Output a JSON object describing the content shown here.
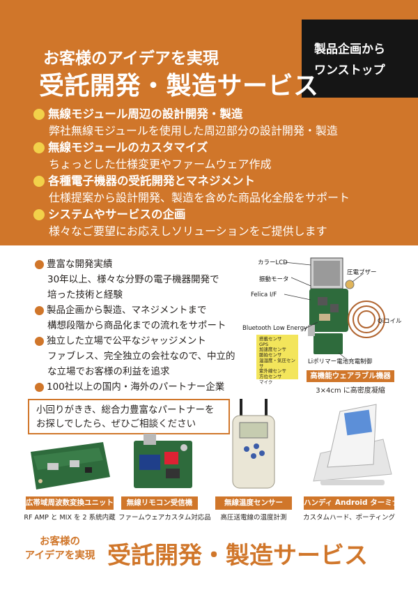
{
  "hero": {
    "subtitle": "お客様のアイデアを実現",
    "title": "受託開発・製造サービス",
    "tag": [
      "製品企画から",
      "ワンストップ"
    ],
    "items": [
      {
        "head": "無線モジュール周辺の設計開発・製造",
        "desc": "弊社無線モジュールを使用した周辺部分の設計開発・製造"
      },
      {
        "head": "無線モジュールのカスタマイズ",
        "desc": "ちょっとした仕様変更やファームウェア作成"
      },
      {
        "head": "各種電子機器の受託開発とマネジメント",
        "desc": "仕様提案から設計開発、製造を含めた商品化全般をサポート"
      },
      {
        "head": "システムやサービスの企画",
        "desc": "様々なご要望にお応えしソリューションをご提供します"
      }
    ]
  },
  "features": [
    {
      "head": "豊富な開発実績",
      "desc": [
        "30年以上、様々な分野の電子機器開発で",
        "培った技術と経験"
      ]
    },
    {
      "head": "製品企画から製造、マネジメントまで",
      "desc": [
        "構想段階から商品化までの流れをサポート"
      ]
    },
    {
      "head": "独立した立場で公平なジャッジメント",
      "desc": [
        "ファブレス、完全独立の会社なので、中立的",
        "な立場でお客様の利益を追求"
      ]
    },
    {
      "head": "100社以上の国内・海外のパートナー企業",
      "desc": []
    }
  ],
  "consult": [
    "小回りがきき、総合力豊富なパートナーを",
    "お探しでしたら、ぜひご相談ください"
  ],
  "diagram": {
    "labels": {
      "lcd": "カラーLCD",
      "buzzer": "圧電ブザー",
      "motor": "振動モータ",
      "felica": "Felica I/F",
      "qi": "Qiコイル",
      "ble": "Bluetooth Low Energy",
      "battery": "Liポリマー電池充電制御"
    },
    "sensors": [
      "搭載センサ",
      "GPS",
      "加速度センサ",
      "脈拍センサ",
      "温湿度・気圧センサ",
      "紫外線センサ",
      "方位センサ",
      "マイク"
    ],
    "badge": "高機能ウェアラブル機器",
    "note": "3×4cm に高密度凝縮"
  },
  "products": [
    {
      "label": "広帯域周波数変換ユニット",
      "desc": "RF AMP と MIX を 2 系統内蔵"
    },
    {
      "label": "無線リモコン受信機",
      "desc": "ファームウェアカスタム対応品"
    },
    {
      "label": "無線温度センサー",
      "desc": "高圧送電線の温度計測"
    },
    {
      "label": "ハンディ Android ターミナル",
      "desc": "カスタムハード、ポーティング"
    }
  ],
  "footer": {
    "subtitle": [
      "お客様の",
      "アイデアを実現"
    ],
    "title": "受託開発・製造サービス"
  },
  "colors": {
    "accent": "#d0762a",
    "dark": "#151515",
    "bullet_yellow": "#f2d14a",
    "board_green": "#2e6b3c"
  }
}
